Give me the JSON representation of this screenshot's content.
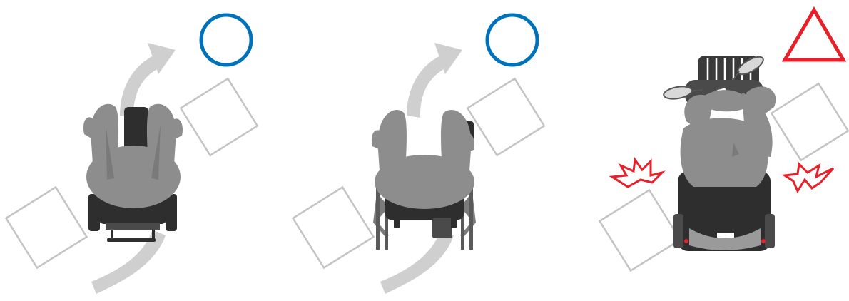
{
  "colors": {
    "ok_mark": "#0072bc",
    "ng_mark": "#e8202a",
    "impact": "#e8202a",
    "person": "#8d8d8d",
    "chair": "#2e2e2e",
    "obstacle": "#c4c4c4",
    "arrow": "#cfcfcf"
  },
  "panels": [
    {
      "id": "electric-wheelchair",
      "result_symbol": "circle",
      "icon": "circle-ok-icon",
      "vehicle": "electric-wheelchair"
    },
    {
      "id": "manual-wheelchair",
      "result_symbol": "circle",
      "icon": "circle-ok-icon",
      "vehicle": "manual-wheelchair"
    },
    {
      "id": "mobility-scooter",
      "result_symbol": "triangle",
      "icon": "triangle-caution-icon",
      "vehicle": "mobility-scooter"
    }
  ]
}
